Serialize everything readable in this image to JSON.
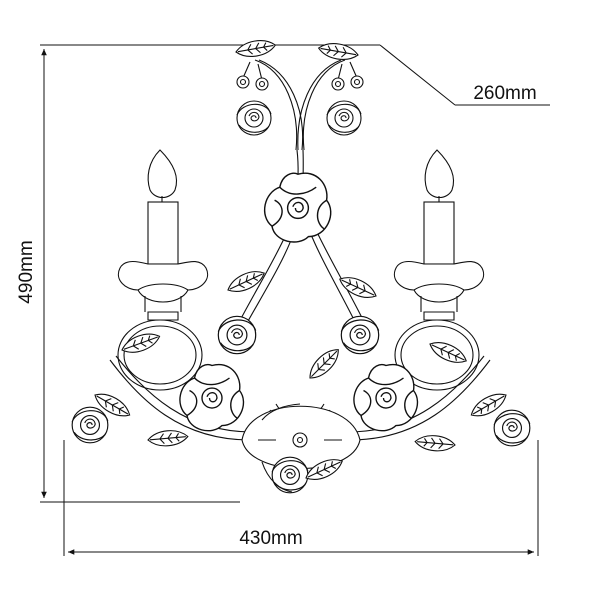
{
  "dimensions": {
    "height_label": "490mm",
    "width_label": "430mm",
    "depth_label": "260mm"
  },
  "colors": {
    "line": "#111111",
    "background": "#ffffff"
  }
}
